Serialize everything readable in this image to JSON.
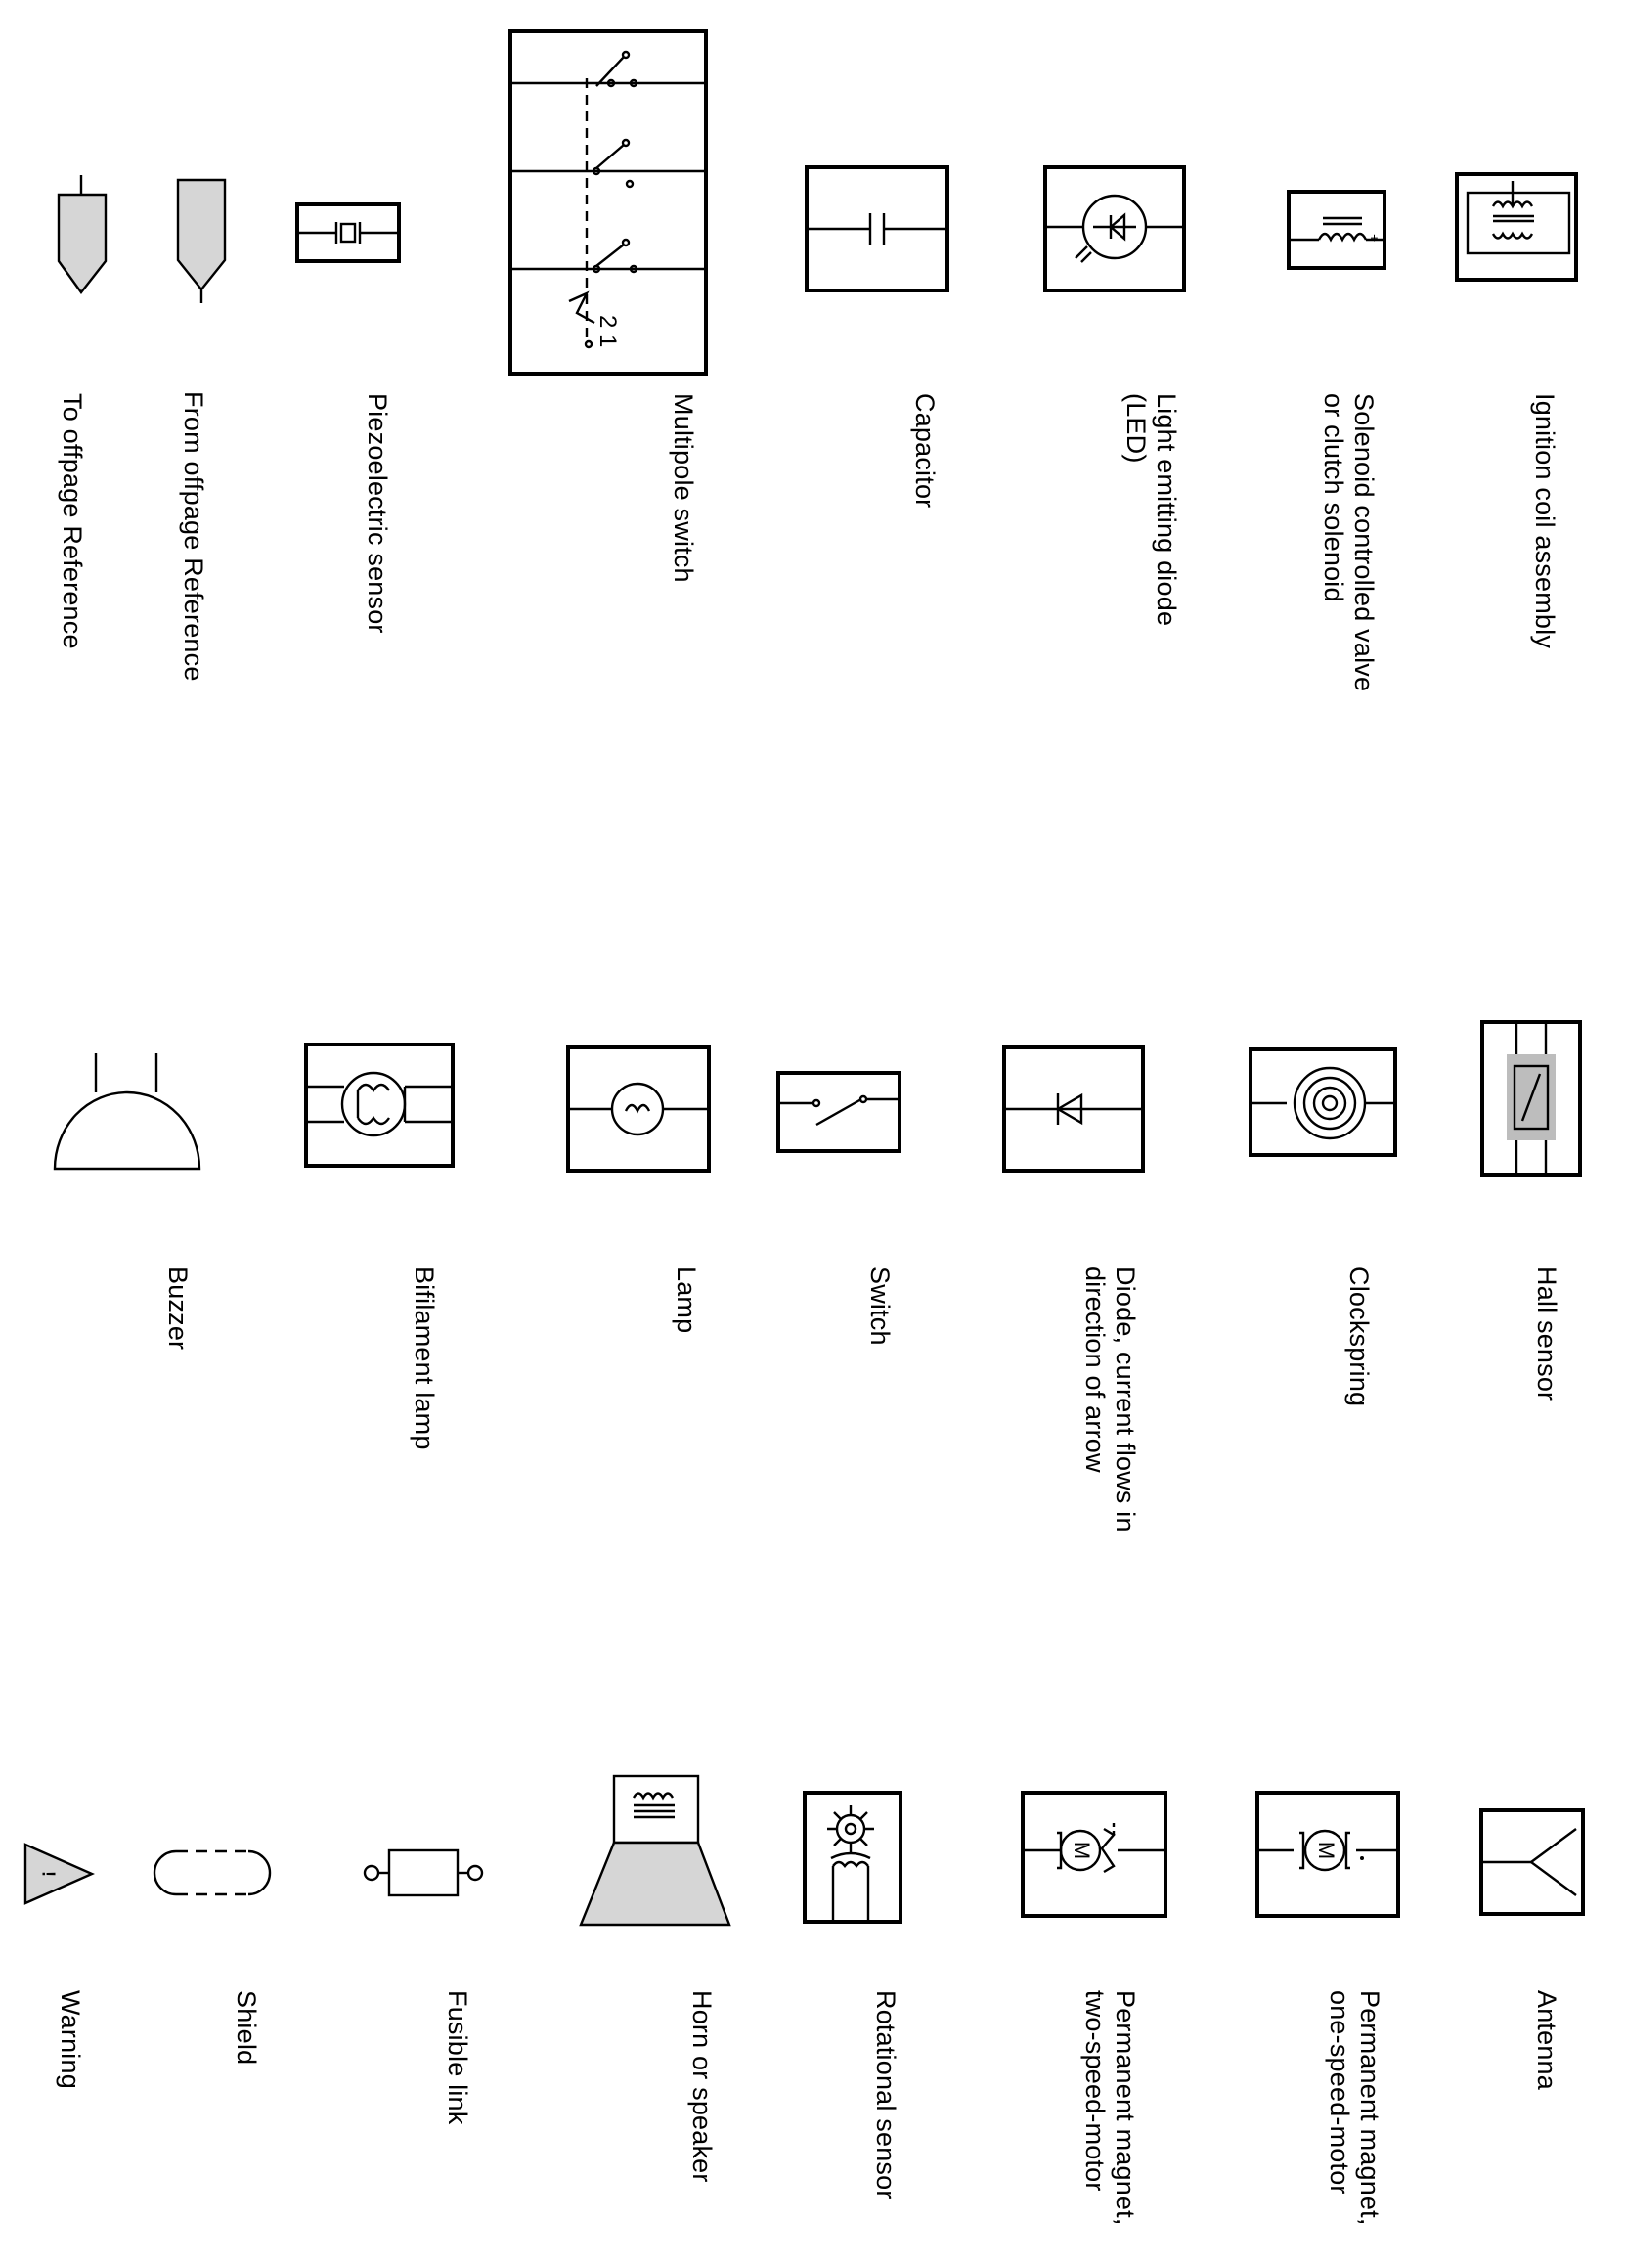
{
  "symbols": {
    "to_offpage_reference": {
      "label": "To offpage Reference",
      "icon": "offpage-reference-outgoing"
    },
    "from_offpage_reference": {
      "label": "From offpage Reference",
      "icon": "offpage-reference-incoming"
    },
    "piezoelectric_sensor": {
      "label": "Piezoelectric sensor",
      "icon": "piezo-crystal"
    },
    "multipole_switch": {
      "label": "Multipole switch",
      "switch_positions": "2 1",
      "icon": "multipole-switch"
    },
    "capacitor": {
      "label": "Capacitor",
      "icon": "capacitor"
    },
    "led": {
      "label": "Light emitting diode\n(LED)",
      "icon": "led"
    },
    "solenoid_valve": {
      "label": "Solenoid controlled valve\nor clutch solenoid",
      "polarity": "+",
      "icon": "solenoid"
    },
    "ignition_coil": {
      "label": "Ignition coil assembly",
      "icon": "ignition-coil"
    },
    "buzzer": {
      "label": "Buzzer",
      "icon": "buzzer"
    },
    "bifilament_lamp": {
      "label": "Bifilament lamp",
      "icon": "bifilament-lamp"
    },
    "lamp": {
      "label": "Lamp",
      "icon": "lamp"
    },
    "switch": {
      "label": "Switch",
      "icon": "switch"
    },
    "diode": {
      "label": "Diode, current flows in\ndirection of arrow",
      "icon": "diode"
    },
    "clockspring": {
      "label": "Clockspring",
      "icon": "clockspring"
    },
    "hall_sensor": {
      "label": "Hall sensor",
      "icon": "hall-sensor"
    },
    "warning": {
      "label": "Warning",
      "glyph": "!",
      "icon": "warning-triangle"
    },
    "shield": {
      "label": "Shield",
      "icon": "shield"
    },
    "fusible_link": {
      "label": "Fusible link",
      "icon": "fusible-link"
    },
    "horn_speaker": {
      "label": "Horn or speaker",
      "icon": "horn"
    },
    "rotational_sensor": {
      "label": "Rotational sensor",
      "icon": "rotational-sensor"
    },
    "motor_two_speed": {
      "label": "Permanent magnet,\ntwo-speed-motor",
      "glyph": "M",
      "icon": "motor-two-speed"
    },
    "motor_one_speed": {
      "label": "Permanent magnet,\none-speed-motor",
      "glyph": "M",
      "icon": "motor-one-speed"
    },
    "antenna": {
      "label": "Antenna",
      "icon": "antenna"
    }
  }
}
